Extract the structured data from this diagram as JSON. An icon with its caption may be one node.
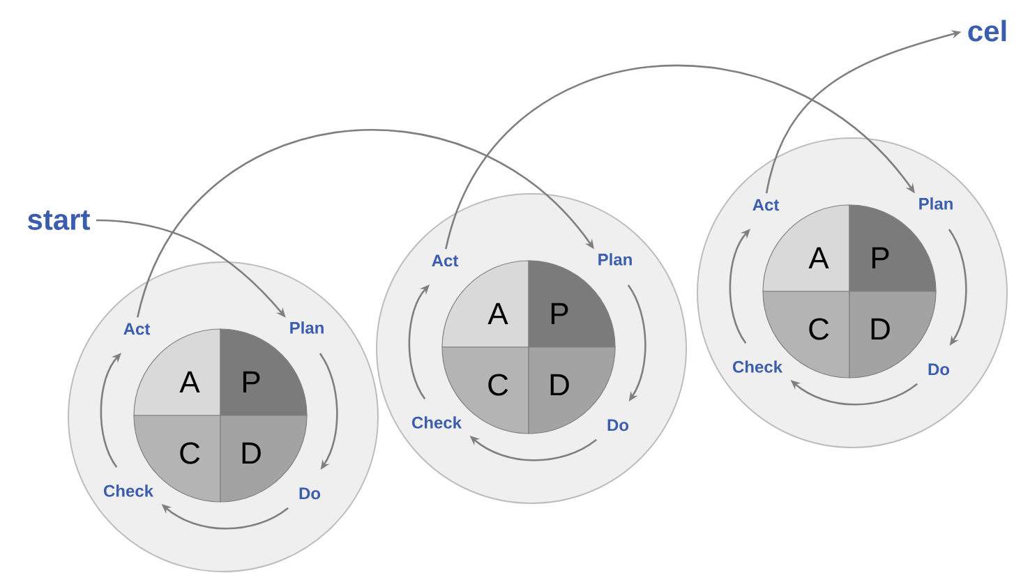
{
  "diagram": {
    "nodes": [
      {
        "text": [
          "start"
        ]
      },
      {
        "text": [],
        "shape": "circle"
      },
      {
        "text": [
          "Act"
        ],
        "in": 1
      },
      {
        "text": [
          "Plan"
        ],
        "in": 1
      },
      {
        "text": [
          "A"
        ],
        "in": 1
      },
      {
        "text": [
          "P"
        ],
        "in": 1
      },
      {
        "text": [
          "C"
        ],
        "in": 1
      },
      {
        "text": [
          "D"
        ],
        "in": 1
      },
      {
        "text": [
          "Check"
        ],
        "in": 1
      },
      {
        "text": [
          "Do"
        ],
        "in": 1
      },
      {
        "text": [],
        "shape": "circle"
      },
      {
        "text": [
          "Act"
        ],
        "in": 10
      },
      {
        "text": [
          "Plan"
        ],
        "in": 10
      },
      {
        "text": [
          "A"
        ],
        "in": 10
      },
      {
        "text": [
          "P"
        ],
        "in": 10
      },
      {
        "text": [
          "C"
        ],
        "in": 10
      },
      {
        "text": [
          "D"
        ],
        "in": 10
      },
      {
        "text": [
          "Check"
        ],
        "in": 10
      },
      {
        "text": [
          "Do"
        ],
        "in": 10
      },
      {
        "text": [],
        "shape": "circle"
      },
      {
        "text": [
          "Act"
        ],
        "in": 19
      },
      {
        "text": [
          "Plan"
        ],
        "in": 19
      },
      {
        "text": [
          "A"
        ],
        "in": 19
      },
      {
        "text": [
          "P"
        ],
        "in": 19
      },
      {
        "text": [
          "C"
        ],
        "in": 19
      },
      {
        "text": [
          "D"
        ],
        "in": 19
      },
      {
        "text": [
          "Check"
        ],
        "in": 19
      },
      {
        "text": [
          "Do"
        ],
        "in": 19
      },
      {
        "text": [
          "cel"
        ]
      }
    ],
    "edges": [
      {
        "from": 0,
        "to": 3,
        "arrow": "to"
      },
      {
        "from": 3,
        "to": 9,
        "arrow": "to"
      },
      {
        "from": 9,
        "to": 8,
        "arrow": "to"
      },
      {
        "from": 8,
        "to": 2,
        "arrow": "to"
      },
      {
        "from": 2,
        "to": 12,
        "arrow": "to"
      },
      {
        "from": 12,
        "to": 18,
        "arrow": "to"
      },
      {
        "from": 18,
        "to": 17,
        "arrow": "to"
      },
      {
        "from": 17,
        "to": 11,
        "arrow": "to"
      },
      {
        "from": 11,
        "to": 21,
        "arrow": "to"
      },
      {
        "from": 21,
        "to": 27,
        "arrow": "to"
      },
      {
        "from": 27,
        "to": 26,
        "arrow": "to"
      },
      {
        "from": 26,
        "to": 20,
        "arrow": "to"
      },
      {
        "from": 20,
        "to": 28,
        "arrow": "to"
      }
    ]
  }
}
